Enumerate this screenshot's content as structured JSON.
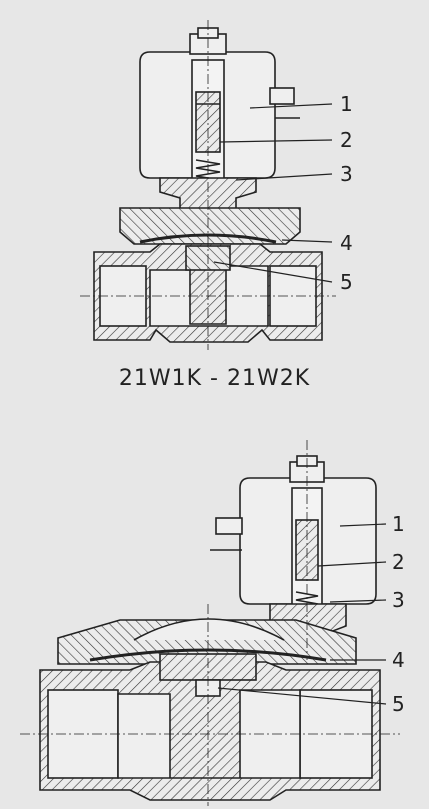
{
  "top_diagram": {
    "callouts": [
      "1",
      "2",
      "3",
      "4",
      "5"
    ]
  },
  "caption": "21W1K - 21W2K",
  "bottom_diagram": {
    "callouts": [
      "1",
      "2",
      "3",
      "4",
      "5"
    ]
  }
}
